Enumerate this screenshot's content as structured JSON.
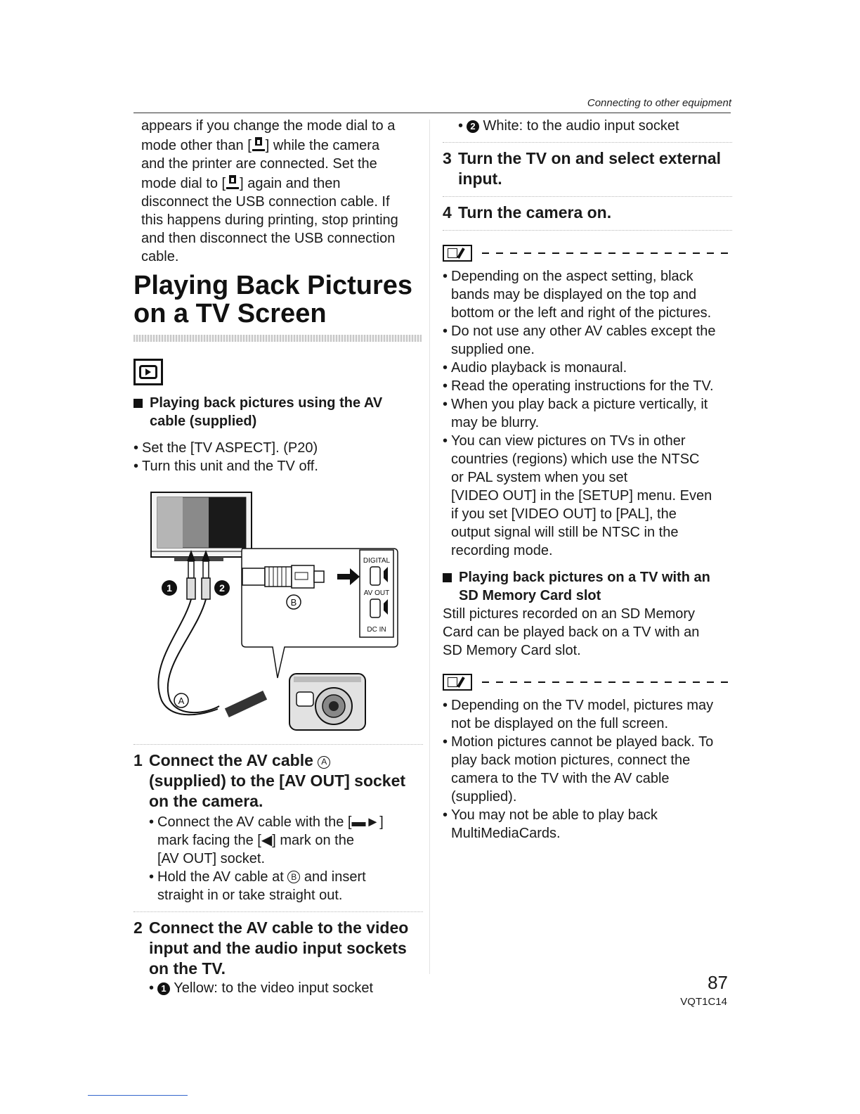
{
  "header": {
    "section": "Connecting to other equipment"
  },
  "left": {
    "intro_lines": [
      "appears if you change the mode dial to a",
      [
        "mode other than [",
        "] while the camera"
      ],
      "and the printer are connected. Set the",
      [
        "mode dial to [",
        "] again and then"
      ],
      "disconnect the USB connection cable. If",
      "this happens during printing, stop printing",
      "and then disconnect the USB connection",
      "cable."
    ],
    "title_line1": "Playing Back Pictures",
    "title_line2": "on a TV Screen",
    "subhead1_line1": "Playing back pictures using the AV",
    "subhead1_line2": "cable (supplied)",
    "prep": [
      "Set the [TV ASPECT]. (P20)",
      "Turn this unit and the TV off."
    ],
    "figure": {
      "label_digital": "DIGITAL",
      "label_av_out": "AV OUT",
      "label_dc_in": "DC IN",
      "marker_a": "A",
      "marker_b": "B",
      "marker_1": "1",
      "marker_2": "2"
    },
    "step1": {
      "num": "1",
      "line1": "Connect the AV cable",
      "circ": "A",
      "line2": "(supplied) to the [AV OUT] socket",
      "line3": "on the camera.",
      "b1_pre": "Connect the AV cable with the [",
      "b1_mid": "] ",
      "b1_line2": "mark facing the [◀] mark on the",
      "b1_line3": "[AV OUT] socket.",
      "b2_pre": "Hold the AV cable at ",
      "b2_circ": "B",
      "b2_post": " and insert",
      "b2_line2": "straight in or take straight out."
    },
    "step2": {
      "num": "2",
      "line1": "Connect the AV cable to the video",
      "line2": "input and the audio input sockets",
      "line3": "on the TV.",
      "bullet_num": "1",
      "bullet_text": " Yellow:  to the video input socket"
    }
  },
  "right": {
    "step2_cont_num": "2",
    "step2_cont_text": " White:  to the audio input socket",
    "step3": {
      "num": "3",
      "line1": "Turn the TV on and select external",
      "line2": "input."
    },
    "step4": {
      "num": "4",
      "line1": "Turn the camera on."
    },
    "notes1": [
      [
        "Depending on the aspect setting, black",
        "bands may be displayed on the top and",
        "bottom or the left and right of the pictures."
      ],
      [
        "Do not use any other AV cables except the",
        "supplied one."
      ],
      [
        "Audio playback is monaural."
      ],
      [
        "Read the operating instructions for the TV."
      ],
      [
        "When you play back a picture vertically, it",
        "may be blurry."
      ],
      [
        "You can view pictures on TVs in other",
        "countries (regions) which use the NTSC",
        "or PAL system when you set",
        "[VIDEO OUT] in the [SETUP] menu. Even",
        "if you set [VIDEO OUT] to [PAL], the",
        "output signal will still be NTSC in the",
        "recording mode."
      ]
    ],
    "subhead2_line1": "Playing back pictures on a TV with an",
    "subhead2_line2": "SD Memory Card slot",
    "sd_text": [
      "Still pictures recorded on an SD Memory",
      "Card can be played back on a TV with an",
      "SD Memory Card slot."
    ],
    "notes2": [
      [
        "Depending on the TV model, pictures may",
        "not be displayed on the full screen."
      ],
      [
        "Motion pictures cannot be played back. To",
        "play back motion pictures, connect the",
        "camera to the TV with the AV cable",
        "(supplied)."
      ],
      [
        "You may not be able to play back",
        "MultiMediaCards."
      ]
    ]
  },
  "footer": {
    "page_number": "87",
    "model": "VQT1C14"
  }
}
